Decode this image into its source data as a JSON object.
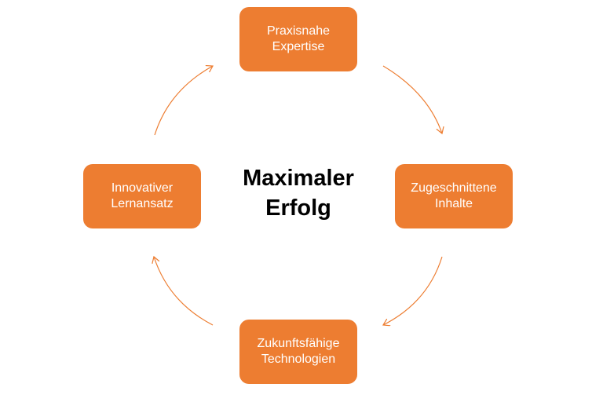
{
  "center": {
    "title": "Maximaler\nErfolg"
  },
  "nodes": {
    "top": "Praxisnahe\nExpertise",
    "right": "Zugeschnittene\nInhalte",
    "bottom": "Zukunftsfähige\nTechnologien",
    "left": "Innovativer\nLernansatz"
  },
  "colors": {
    "node_fill": "#ED7D31",
    "node_text": "#FFFFFF",
    "connector": "#ED7D31",
    "center_text": "#000000"
  }
}
